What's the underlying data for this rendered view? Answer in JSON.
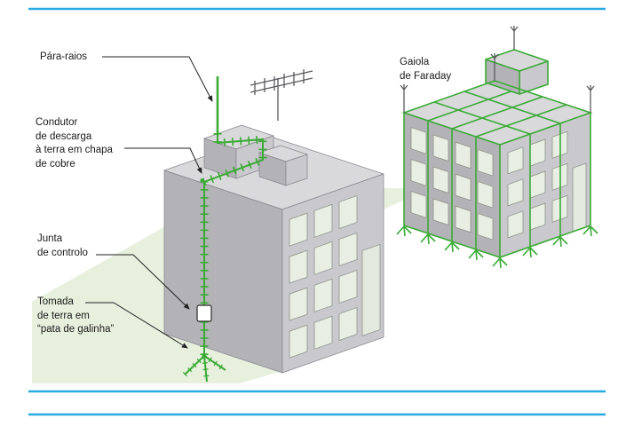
{
  "labels": {
    "para_raios": [
      "Pára-raios"
    ],
    "condutor": [
      "Condutor",
      "de descarga",
      "à terra em chapa",
      "de cobre"
    ],
    "junta": [
      "Junta",
      "de controlo"
    ],
    "tomada": [
      "Tomada",
      "de terra em",
      "“pata de galinha”"
    ],
    "gaiola": [
      "Gaiola",
      "de Faraday"
    ]
  },
  "colors": {
    "green": "#3aaa35",
    "shadow_green": "#e7f0dd",
    "frame_blue": "#29abe2",
    "ink": "#1a1a1a",
    "building_top": "#d9d9db",
    "building_right": "#c9c9cd",
    "building_left": "#b3b3b7",
    "window_fill": "#e8eee3"
  }
}
